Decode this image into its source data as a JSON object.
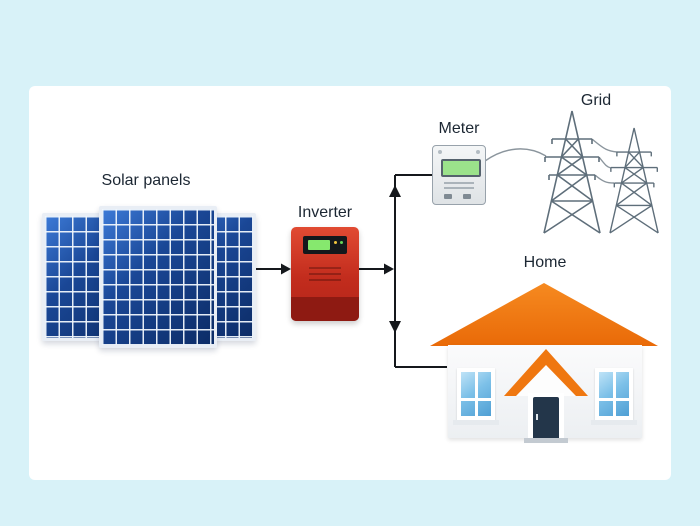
{
  "diagram": {
    "labels": {
      "solar_panels": "Solar panels",
      "inverter": "Inverter",
      "meter": "Meter",
      "grid": "Grid",
      "home": "Home"
    },
    "colors": {
      "background_cyan": "#d8f2f8",
      "canvas_white": "#ffffff",
      "solar_panel_blue": "#1a4796",
      "inverter_red": "#c22c1d",
      "inverter_screen_green": "#86e86e",
      "meter_lcd_green": "#9be28b",
      "roof_orange": "#ec6f0c",
      "door_navy": "#23364a",
      "window_blue": "#7cc0e8",
      "connector_black": "#15181c",
      "tower_gray": "#5e6e7a"
    }
  }
}
